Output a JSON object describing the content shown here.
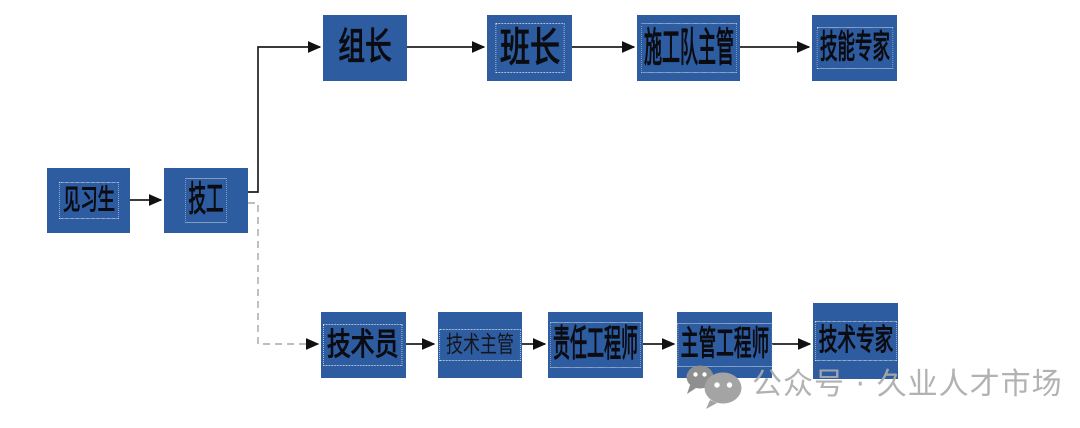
{
  "diagram": {
    "type": "flowchart",
    "description": "Career progression flowchart with two branches (skills path and technical path)",
    "nodes": [
      {
        "id": "trainee",
        "label": "见习生"
      },
      {
        "id": "skilled-worker",
        "label": "技工"
      },
      {
        "id": "group-leader",
        "label": "组长"
      },
      {
        "id": "squad-leader",
        "label": "班长"
      },
      {
        "id": "construction-crew-supervisor",
        "label": "施工队主管"
      },
      {
        "id": "skill-expert",
        "label": "技能专家"
      },
      {
        "id": "technician",
        "label": "技术员"
      },
      {
        "id": "technical-supervisor",
        "label": "技术主管"
      },
      {
        "id": "responsible-engineer",
        "label": "责任工程师"
      },
      {
        "id": "supervising-engineer",
        "label": "主管工程师"
      },
      {
        "id": "technical-expert",
        "label": "技术专家"
      }
    ],
    "edges": [
      {
        "from": "见习生",
        "to": "技工",
        "style": "solid"
      },
      {
        "from": "技工",
        "to": "组长",
        "style": "solid"
      },
      {
        "from": "组长",
        "to": "班长",
        "style": "solid"
      },
      {
        "from": "班长",
        "to": "施工队主管",
        "style": "solid"
      },
      {
        "from": "施工队主管",
        "to": "技能专家",
        "style": "solid"
      },
      {
        "from": "技工",
        "to": "技术员",
        "style": "dashed"
      },
      {
        "from": "技术员",
        "to": "技术主管",
        "style": "solid"
      },
      {
        "from": "技术主管",
        "to": "责任工程师",
        "style": "solid"
      },
      {
        "from": "责任工程师",
        "to": "主管工程师",
        "style": "solid"
      },
      {
        "from": "主管工程师",
        "to": "技术专家",
        "style": "solid"
      }
    ],
    "colors": {
      "node_fill": "#2d5ca1",
      "node_text": "#0b0b12",
      "solid_line": "#1f1f1f",
      "dashed_line": "#b5b5b5",
      "text_outline_dotted": "#ebebeb",
      "background": "#ffffff"
    }
  },
  "watermark": {
    "icon": "wechat-icon",
    "text": "公众号 · 久业人才市场",
    "color": "#ababab"
  }
}
